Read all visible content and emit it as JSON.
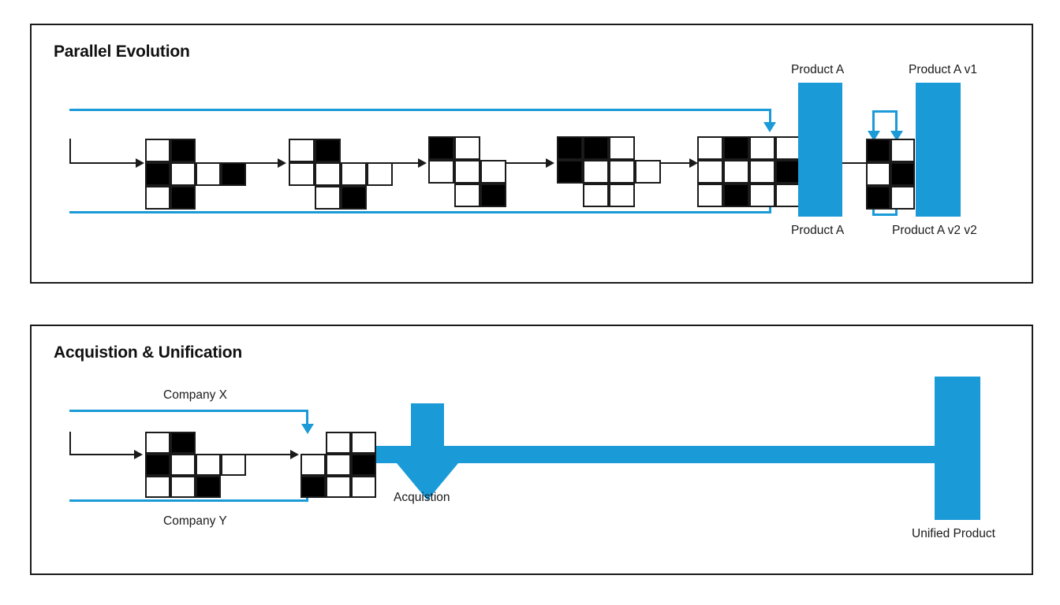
{
  "panels": [
    {
      "id": "parallel-evolution",
      "title": "Parallel Evolution",
      "labels": {
        "top_left": "Product A",
        "top_right": "Product A v1",
        "bottom_left": "Product A",
        "bottom_right": "Product A v2 v2"
      },
      "stages": [
        {
          "name": "stage-1",
          "cols": 4,
          "rows": 3,
          "cells": [
            [
              1,
              1,
              "w"
            ],
            [
              2,
              1,
              "b"
            ],
            [
              1,
              2,
              "b"
            ],
            [
              2,
              2,
              "w"
            ],
            [
              3,
              2,
              "w"
            ],
            [
              4,
              2,
              "b"
            ],
            [
              1,
              3,
              "w"
            ],
            [
              2,
              3,
              "b"
            ]
          ]
        },
        {
          "name": "stage-2",
          "cols": 4,
          "rows": 3,
          "cells": [
            [
              1,
              1,
              "w"
            ],
            [
              2,
              1,
              "b"
            ],
            [
              1,
              2,
              "w"
            ],
            [
              2,
              2,
              "w"
            ],
            [
              3,
              2,
              "w"
            ],
            [
              4,
              2,
              "w"
            ],
            [
              2,
              3,
              "w"
            ],
            [
              3,
              3,
              "b"
            ]
          ]
        },
        {
          "name": "stage-3",
          "cols": 3,
          "rows": 3,
          "cells": [
            [
              1,
              1,
              "b"
            ],
            [
              2,
              1,
              "w"
            ],
            [
              1,
              2,
              "w"
            ],
            [
              2,
              2,
              "w"
            ],
            [
              3,
              2,
              "w"
            ],
            [
              2,
              3,
              "w"
            ],
            [
              3,
              3,
              "b"
            ]
          ]
        },
        {
          "name": "stage-4",
          "cols": 3,
          "rows": 3,
          "cells": [
            [
              1,
              1,
              "b"
            ],
            [
              2,
              1,
              "b"
            ],
            [
              3,
              1,
              "w"
            ],
            [
              1,
              2,
              "b"
            ],
            [
              2,
              2,
              "w"
            ],
            [
              3,
              2,
              "w"
            ],
            [
              4,
              2,
              "w"
            ],
            [
              2,
              3,
              "w"
            ],
            [
              3,
              3,
              "w"
            ]
          ]
        },
        {
          "name": "stage-5",
          "cols": 4,
          "rows": 3,
          "cells": [
            [
              1,
              1,
              "w"
            ],
            [
              2,
              1,
              "b"
            ],
            [
              3,
              1,
              "w"
            ],
            [
              4,
              1,
              "w"
            ],
            [
              1,
              2,
              "w"
            ],
            [
              2,
              2,
              "w"
            ],
            [
              3,
              2,
              "w"
            ],
            [
              4,
              2,
              "b"
            ],
            [
              1,
              3,
              "w"
            ],
            [
              2,
              3,
              "b"
            ],
            [
              3,
              3,
              "w"
            ],
            [
              4,
              3,
              "w"
            ]
          ]
        },
        {
          "name": "stage-6",
          "cols": 2,
          "rows": 3,
          "cells": [
            [
              1,
              1,
              "b"
            ],
            [
              2,
              1,
              "w"
            ],
            [
              1,
              2,
              "w"
            ],
            [
              2,
              2,
              "b"
            ],
            [
              1,
              3,
              "b"
            ],
            [
              2,
              3,
              "w"
            ]
          ]
        }
      ]
    },
    {
      "id": "acquisition-unification",
      "title": "Acquistion & Unification",
      "labels": {
        "company_x": "Company X",
        "company_y": "Company Y",
        "acquisition": "Acquistion",
        "unified_product": "Unified Product"
      },
      "stages": [
        {
          "name": "stage-1",
          "cols": 4,
          "rows": 3,
          "cells": [
            [
              1,
              1,
              "w"
            ],
            [
              2,
              1,
              "b"
            ],
            [
              1,
              2,
              "b"
            ],
            [
              2,
              2,
              "w"
            ],
            [
              3,
              2,
              "w"
            ],
            [
              4,
              2,
              "w"
            ],
            [
              1,
              3,
              "w"
            ],
            [
              2,
              3,
              "w"
            ],
            [
              3,
              3,
              "b"
            ]
          ]
        },
        {
          "name": "stage-2",
          "cols": 3,
          "rows": 3,
          "cells": [
            [
              2,
              1,
              "w"
            ],
            [
              3,
              1,
              "w"
            ],
            [
              1,
              2,
              "w"
            ],
            [
              2,
              2,
              "w"
            ],
            [
              3,
              2,
              "b"
            ],
            [
              1,
              3,
              "b"
            ],
            [
              2,
              3,
              "w"
            ],
            [
              3,
              3,
              "w"
            ]
          ]
        }
      ]
    }
  ],
  "colors": {
    "accent_blue": "#1b9ad8",
    "line_black": "#1a1a1a",
    "background": "#ffffff"
  }
}
